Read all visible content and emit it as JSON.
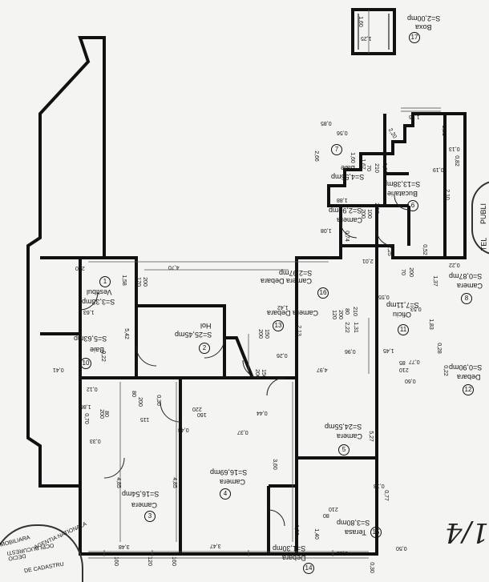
{
  "rooms": [
    {
      "id": "1",
      "label": "Vestibul",
      "area": "S=3,33mp"
    },
    {
      "id": "2",
      "label": "Hol",
      "area": "S=25,45mp"
    },
    {
      "id": "3",
      "label": "Camera",
      "area": "S=16,54mp"
    },
    {
      "id": "4",
      "label": "Camera",
      "area": "S=16,69mp"
    },
    {
      "id": "5",
      "label": "Camera",
      "area": "S=24,55mp"
    },
    {
      "id": "6",
      "label": "Bucatarie",
      "area": "S=13,38mp"
    },
    {
      "id": "7",
      "label": "Baie",
      "area": "S=4,56mp"
    },
    {
      "id": "8",
      "label": "Camera",
      "area": "S=0,87mp"
    },
    {
      "id": "9",
      "label": "Camera",
      "area": "S=2,90mp"
    },
    {
      "id": "10",
      "label": "Baie",
      "area": "S=5,63mp"
    },
    {
      "id": "11",
      "label": "Oficiu",
      "area": "S=7,11mp"
    },
    {
      "id": "12",
      "label": "Debara",
      "area": "S=0,90mp"
    },
    {
      "id": "13",
      "label": "Camera Debara",
      "area": "S=2,13mp"
    },
    {
      "id": "14",
      "label": "Debara",
      "area": "S=1,30mp"
    },
    {
      "id": "15",
      "label": "Terasa",
      "area": "S=3,80mp"
    },
    {
      "id": "16",
      "label": "Camera Debara",
      "area": "S=2,97mp"
    },
    {
      "id": "17",
      "label": "Boxa",
      "area": "S=2,00mp"
    }
  ],
  "dimensions": [
    "4,70",
    "5,42",
    "4,97",
    "5,27",
    "4,85",
    "4,85",
    "3,60",
    "2,22",
    "1,31",
    "2,13",
    "1,42",
    "1,63",
    "1,58",
    "1,86",
    "0,41",
    "0,12",
    "0,33",
    "0,70",
    "0,26",
    "0,30",
    "0,48",
    "0,37",
    "0,44",
    "0,18",
    "0,77",
    "0,50",
    "0,30",
    "1,40",
    "1,30",
    "3,47",
    "2,33",
    "1,25",
    "1,60",
    "1,76",
    "1,21",
    "0,13",
    "0,19",
    "0,82",
    "2,10",
    "0,52",
    "0,22",
    "1,37",
    "1,83",
    "0,60",
    "0,77",
    "0,85",
    "2,20",
    "1,30",
    "0,56",
    "1,60",
    "1,67",
    "1,08",
    "1,88",
    "2,07",
    "0,74",
    "2,66",
    "0,55",
    "0,53",
    "2,25",
    "2,01",
    "0,96",
    "1,45",
    "3,48",
    "0,22",
    "0,28",
    "0,22"
  ],
  "openings": [
    "200",
    "170",
    "200",
    "150",
    "200",
    "160",
    "220",
    "80",
    "200",
    "115",
    "200",
    "80",
    "210",
    "80",
    "200",
    "150",
    "200",
    "120",
    "160",
    "120",
    "160",
    "70",
    "200",
    "100",
    "200",
    "70",
    "210",
    "85",
    "210",
    "80",
    "210"
  ],
  "stamp_text": [
    "AGENTIA NATIONALA",
    "MOBILIARA",
    "DE CADASTRU",
    "DECIO",
    "OCPI BUCURESTI"
  ],
  "margin_text": [
    "PUBLI",
    "TEL"
  ],
  "signature": "1/4"
}
